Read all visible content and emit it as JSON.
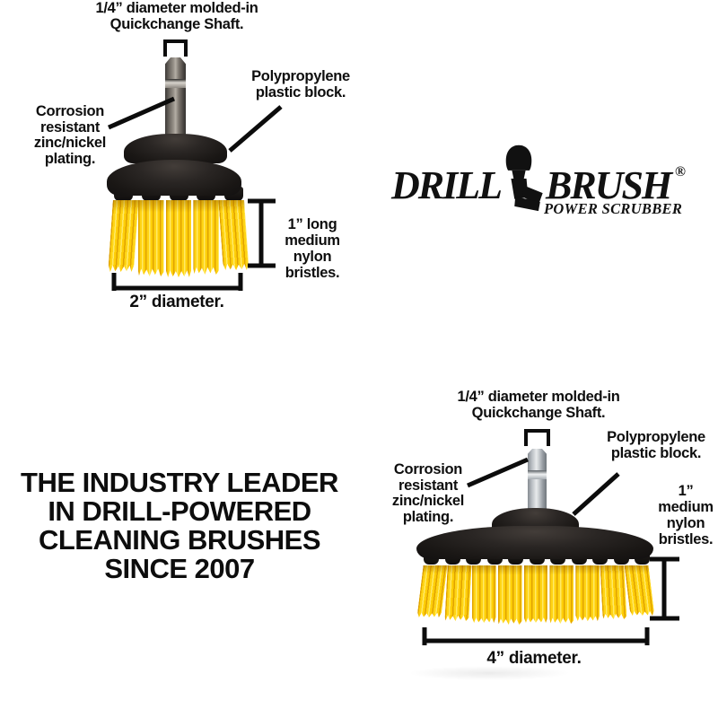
{
  "colors": {
    "bristle_yellow": "#FFD414",
    "block_black": "#1C1917",
    "line_black": "#0C0C0C",
    "background": "#FFFFFF"
  },
  "logo": {
    "word1": "DRILL",
    "word2": "BRUSH",
    "registered": "®",
    "tagline": "POWER SCRUBBER",
    "icon": "drill-silhouette"
  },
  "headline": {
    "line1": "THE INDUSTRY LEADER",
    "line2": "IN DRILL-POWERED",
    "line3": "CLEANING BRUSHES",
    "line4": "SINCE 2007"
  },
  "brush_2in": {
    "shaft_label": "1/4” diameter molded-in\nQuickchange Shaft.",
    "plating_label": "Corrosion\nresistant\nzinc/nickel\nplating.",
    "block_label": "Polypropylene\nplastic block.",
    "bristle_label": "1” long\nmedium\nnylon bristles.",
    "diameter_label": "2” diameter."
  },
  "brush_4in": {
    "shaft_label": "1/4” diameter molded-in\nQuickchange Shaft.",
    "plating_label": "Corrosion\nresistant\nzinc/nickel\nplating.",
    "block_label": "Polypropylene\nplastic block.",
    "bristle_label": "1”\nmedium\nnylon\nbristles.",
    "diameter_label": "4” diameter."
  }
}
